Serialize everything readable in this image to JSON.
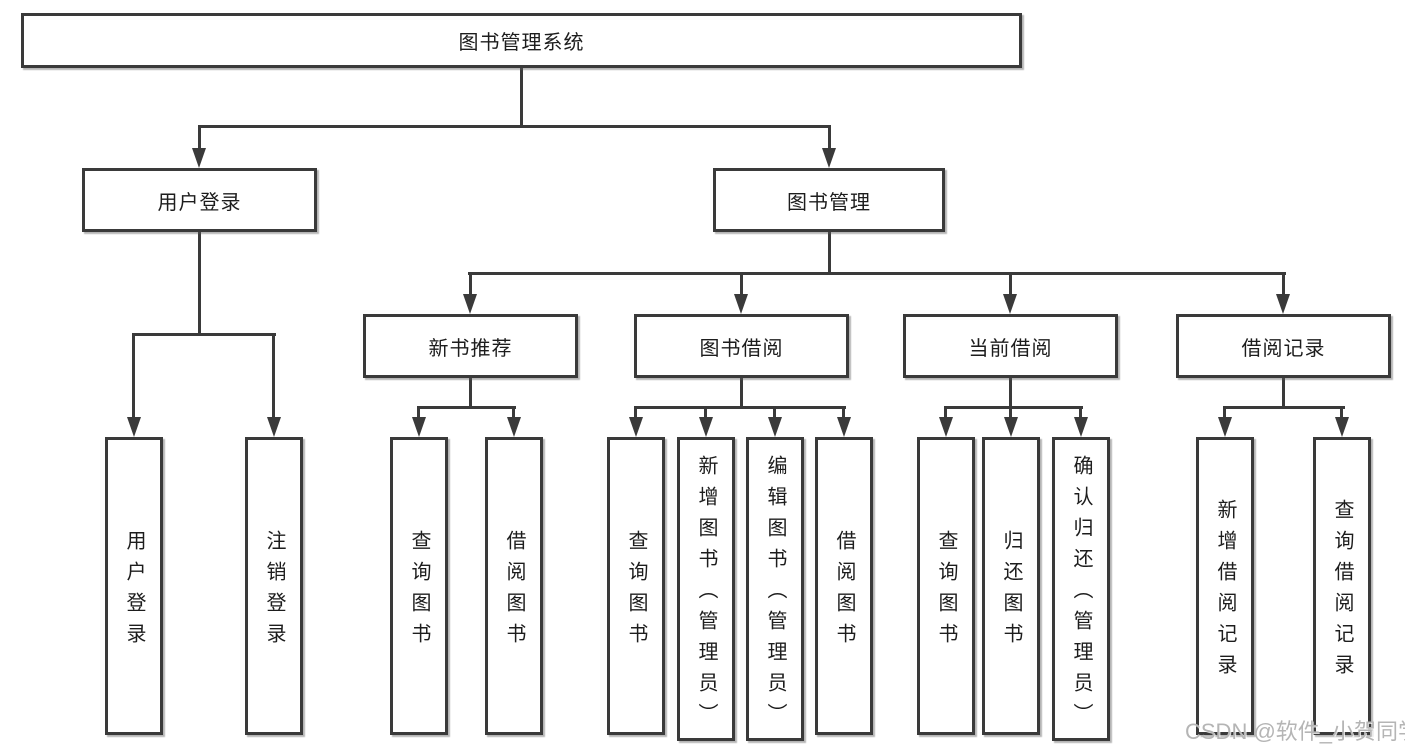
{
  "title": "图书管理系统",
  "watermark": "CSDN @软件_小贺同学",
  "colors": {
    "line": "#3a3a3a",
    "box_border": "#3a3a3a",
    "text": "#1d1d1d",
    "watermark": "#b5b5b5",
    "background": "#ffffff"
  },
  "tree": {
    "root": "图书管理系统",
    "user_login": {
      "label": "用户登录",
      "children": [
        {
          "label": "用户登录"
        },
        {
          "label": "注销登录"
        }
      ]
    },
    "book_mgmt": {
      "label": "图书管理",
      "groups": [
        {
          "label": "新书推荐",
          "children": [
            {
              "label": "查询图书"
            },
            {
              "label": "借阅图书"
            }
          ]
        },
        {
          "label": "图书借阅",
          "children": [
            {
              "label": "查询图书"
            },
            {
              "label": "新增图书（管理员）"
            },
            {
              "label": "编辑图书（管理员）"
            },
            {
              "label": "借阅图书"
            }
          ]
        },
        {
          "label": "当前借阅",
          "children": [
            {
              "label": "查询图书"
            },
            {
              "label": "归还图书"
            },
            {
              "label": "确认归还（管理员）"
            }
          ]
        },
        {
          "label": "借阅记录",
          "children": [
            {
              "label": "新增借阅记录"
            },
            {
              "label": "查询借阅记录"
            }
          ]
        }
      ]
    }
  }
}
